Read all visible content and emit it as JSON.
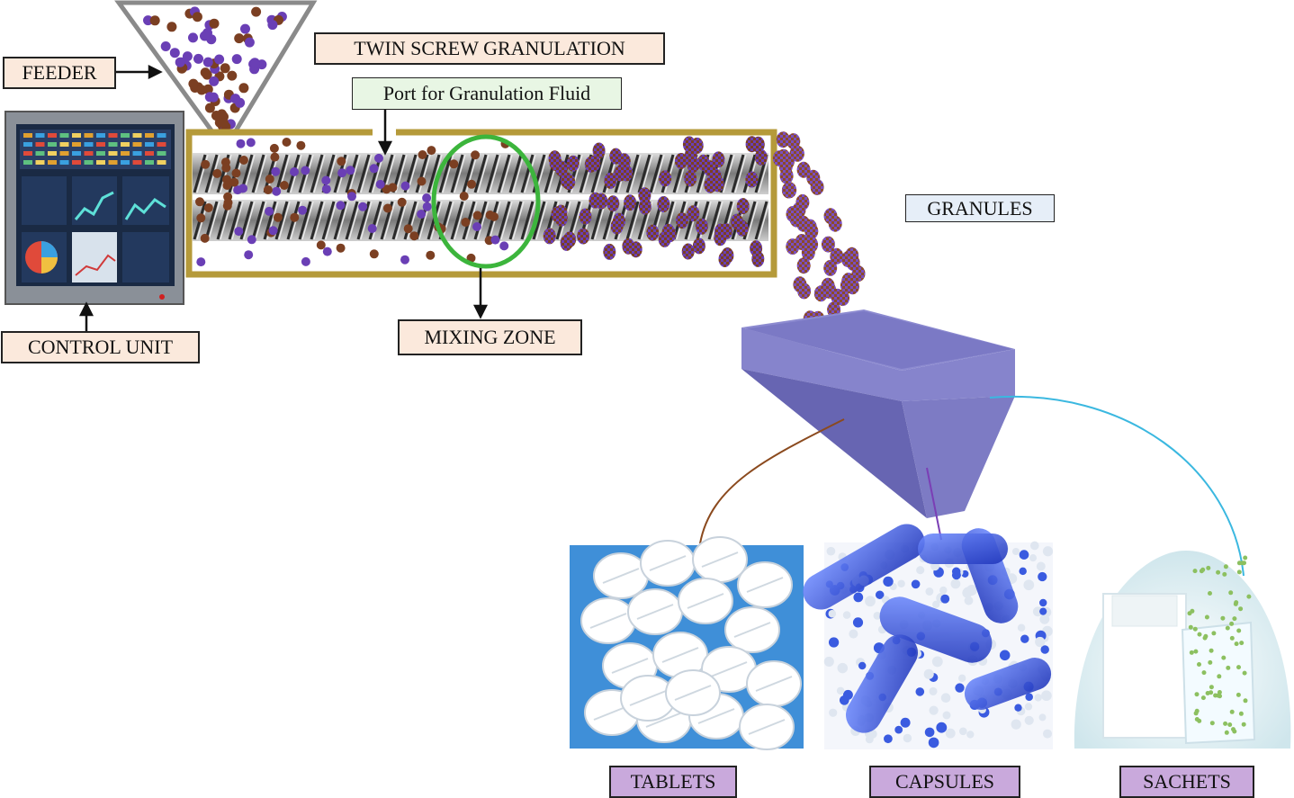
{
  "labels": {
    "feeder": "FEEDER",
    "twin_screw": "TWIN SCREW GRANULATION",
    "port": "Port for Granulation  Fluid",
    "granules": "GRANULES",
    "control_unit": "CONTROL UNIT",
    "mixing_zone": "MIXING ZONE",
    "tablets": "TABLETS",
    "capsules": "CAPSULES",
    "sachets": "SACHETS"
  },
  "colors": {
    "barrel": "#b59a3a",
    "particle_purple": "#6a3fb5",
    "particle_brown": "#7b3f22",
    "mixing_ring": "#3cb53c",
    "hopper": "#7a78c4",
    "link_tablets": "#8b4a1e",
    "link_capsules": "#7b3fb5",
    "link_sachets": "#3bb8e0",
    "tablet_bg": "#3f8fd8",
    "capsule": "#2f4fd8"
  },
  "icons": {
    "control_unit": "monitor-dashboard-icon",
    "tablets": "tablets-photo",
    "capsules": "capsules-photo",
    "sachets": "sachets-photo"
  }
}
